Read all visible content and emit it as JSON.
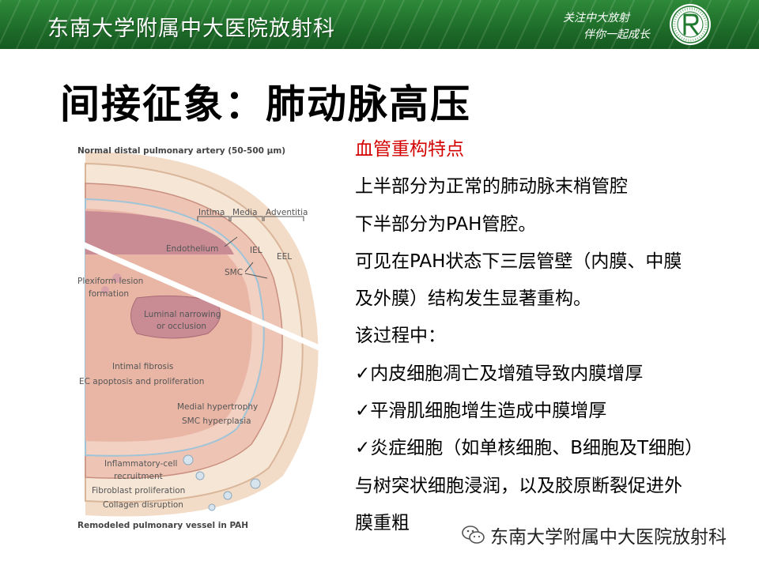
{
  "header": {
    "title": "东南大学附属中大医院放射科",
    "slogan_line1": "关注中大放射",
    "slogan_line2": "伴你一起成长"
  },
  "slide": {
    "title": "间接征象：肺动脉高压"
  },
  "figure": {
    "top_caption": "Normal distal pulmonary artery (50-500 μm)",
    "intima": "Intima",
    "media": "Media",
    "adventitia": "Adventitia",
    "endothelium": "Endothelium",
    "iel": "IEL",
    "eel": "EEL",
    "smc": "SMC",
    "plexiform_1": "Plexiform lesion",
    "plexiform_2": "formation",
    "luminal_1": "Luminal narrowing",
    "luminal_2": "or occlusion",
    "intimal_fibrosis": "Intimal fibrosis",
    "ec_apoptosis": "EC apoptosis and proliferation",
    "medial_hypertrophy": "Medial hypertrophy",
    "smc_hyperplasia": "SMC hyperplasia",
    "inflammatory_1": "Inflammatory-cell",
    "inflammatory_2": "recruitment",
    "fibroblast": "Fibroblast proliferation",
    "collagen": "Collagen disruption",
    "bottom_caption": "Remodeled pulmonary vessel in PAH"
  },
  "content": {
    "lines": [
      "血管重构特点",
      "上半部分为正常的肺动脉末梢管腔",
      "下半部分为PAH管腔。",
      "可见在PAH状态下三层管壁（内膜、中膜",
      "及外膜）结构发生显著重构。",
      "该过程中：",
      "内皮细胞凋亡及增殖导致内膜增厚",
      "平滑肌细胞增生造成中膜增厚",
      "炎症细胞（如单核细胞、B细胞及T细胞）",
      "与树突状细胞浸润，以及胶原断裂促进外",
      "膜重粗"
    ],
    "check_mark": "✓"
  },
  "watermark": {
    "text": "东南大学附属中大医院放射科"
  },
  "colors": {
    "header_green": "#1f6e2a",
    "accent_red": "#d40000"
  }
}
